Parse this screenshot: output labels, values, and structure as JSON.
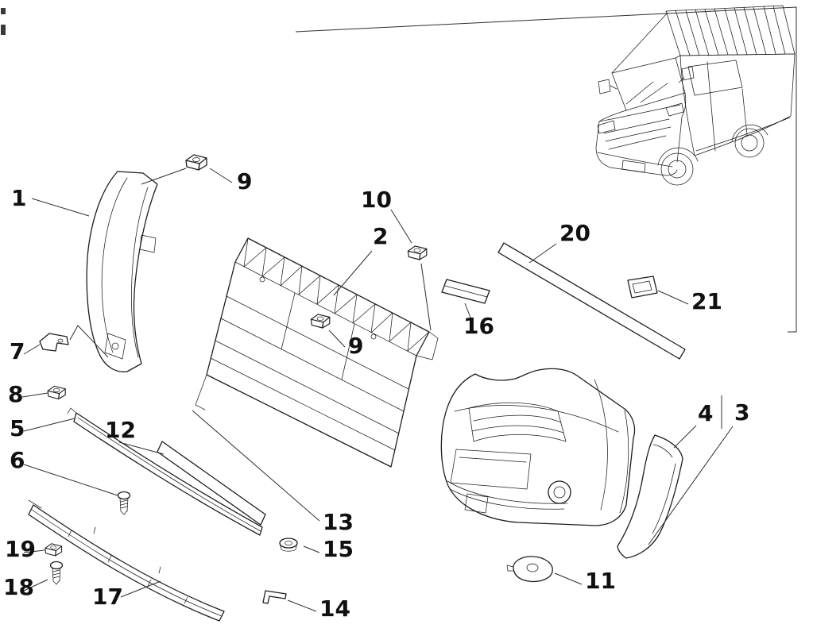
{
  "canvas": {
    "background_color": "#ffffff",
    "line_color": "#1d1d1d",
    "label_color": "#101010"
  },
  "callouts": [
    {
      "label": "1"
    },
    {
      "label": "9"
    },
    {
      "label": "10"
    },
    {
      "label": "2"
    },
    {
      "label": "20"
    },
    {
      "label": "21"
    },
    {
      "label": "16"
    },
    {
      "label": "9"
    },
    {
      "label": "7"
    },
    {
      "label": "8"
    },
    {
      "label": "5"
    },
    {
      "label": "12"
    },
    {
      "label": "6"
    },
    {
      "label": "4"
    },
    {
      "label": "3"
    },
    {
      "label": "13"
    },
    {
      "label": "15"
    },
    {
      "label": "19"
    },
    {
      "label": "11"
    },
    {
      "label": "18"
    },
    {
      "label": "17"
    },
    {
      "label": "14"
    }
  ]
}
